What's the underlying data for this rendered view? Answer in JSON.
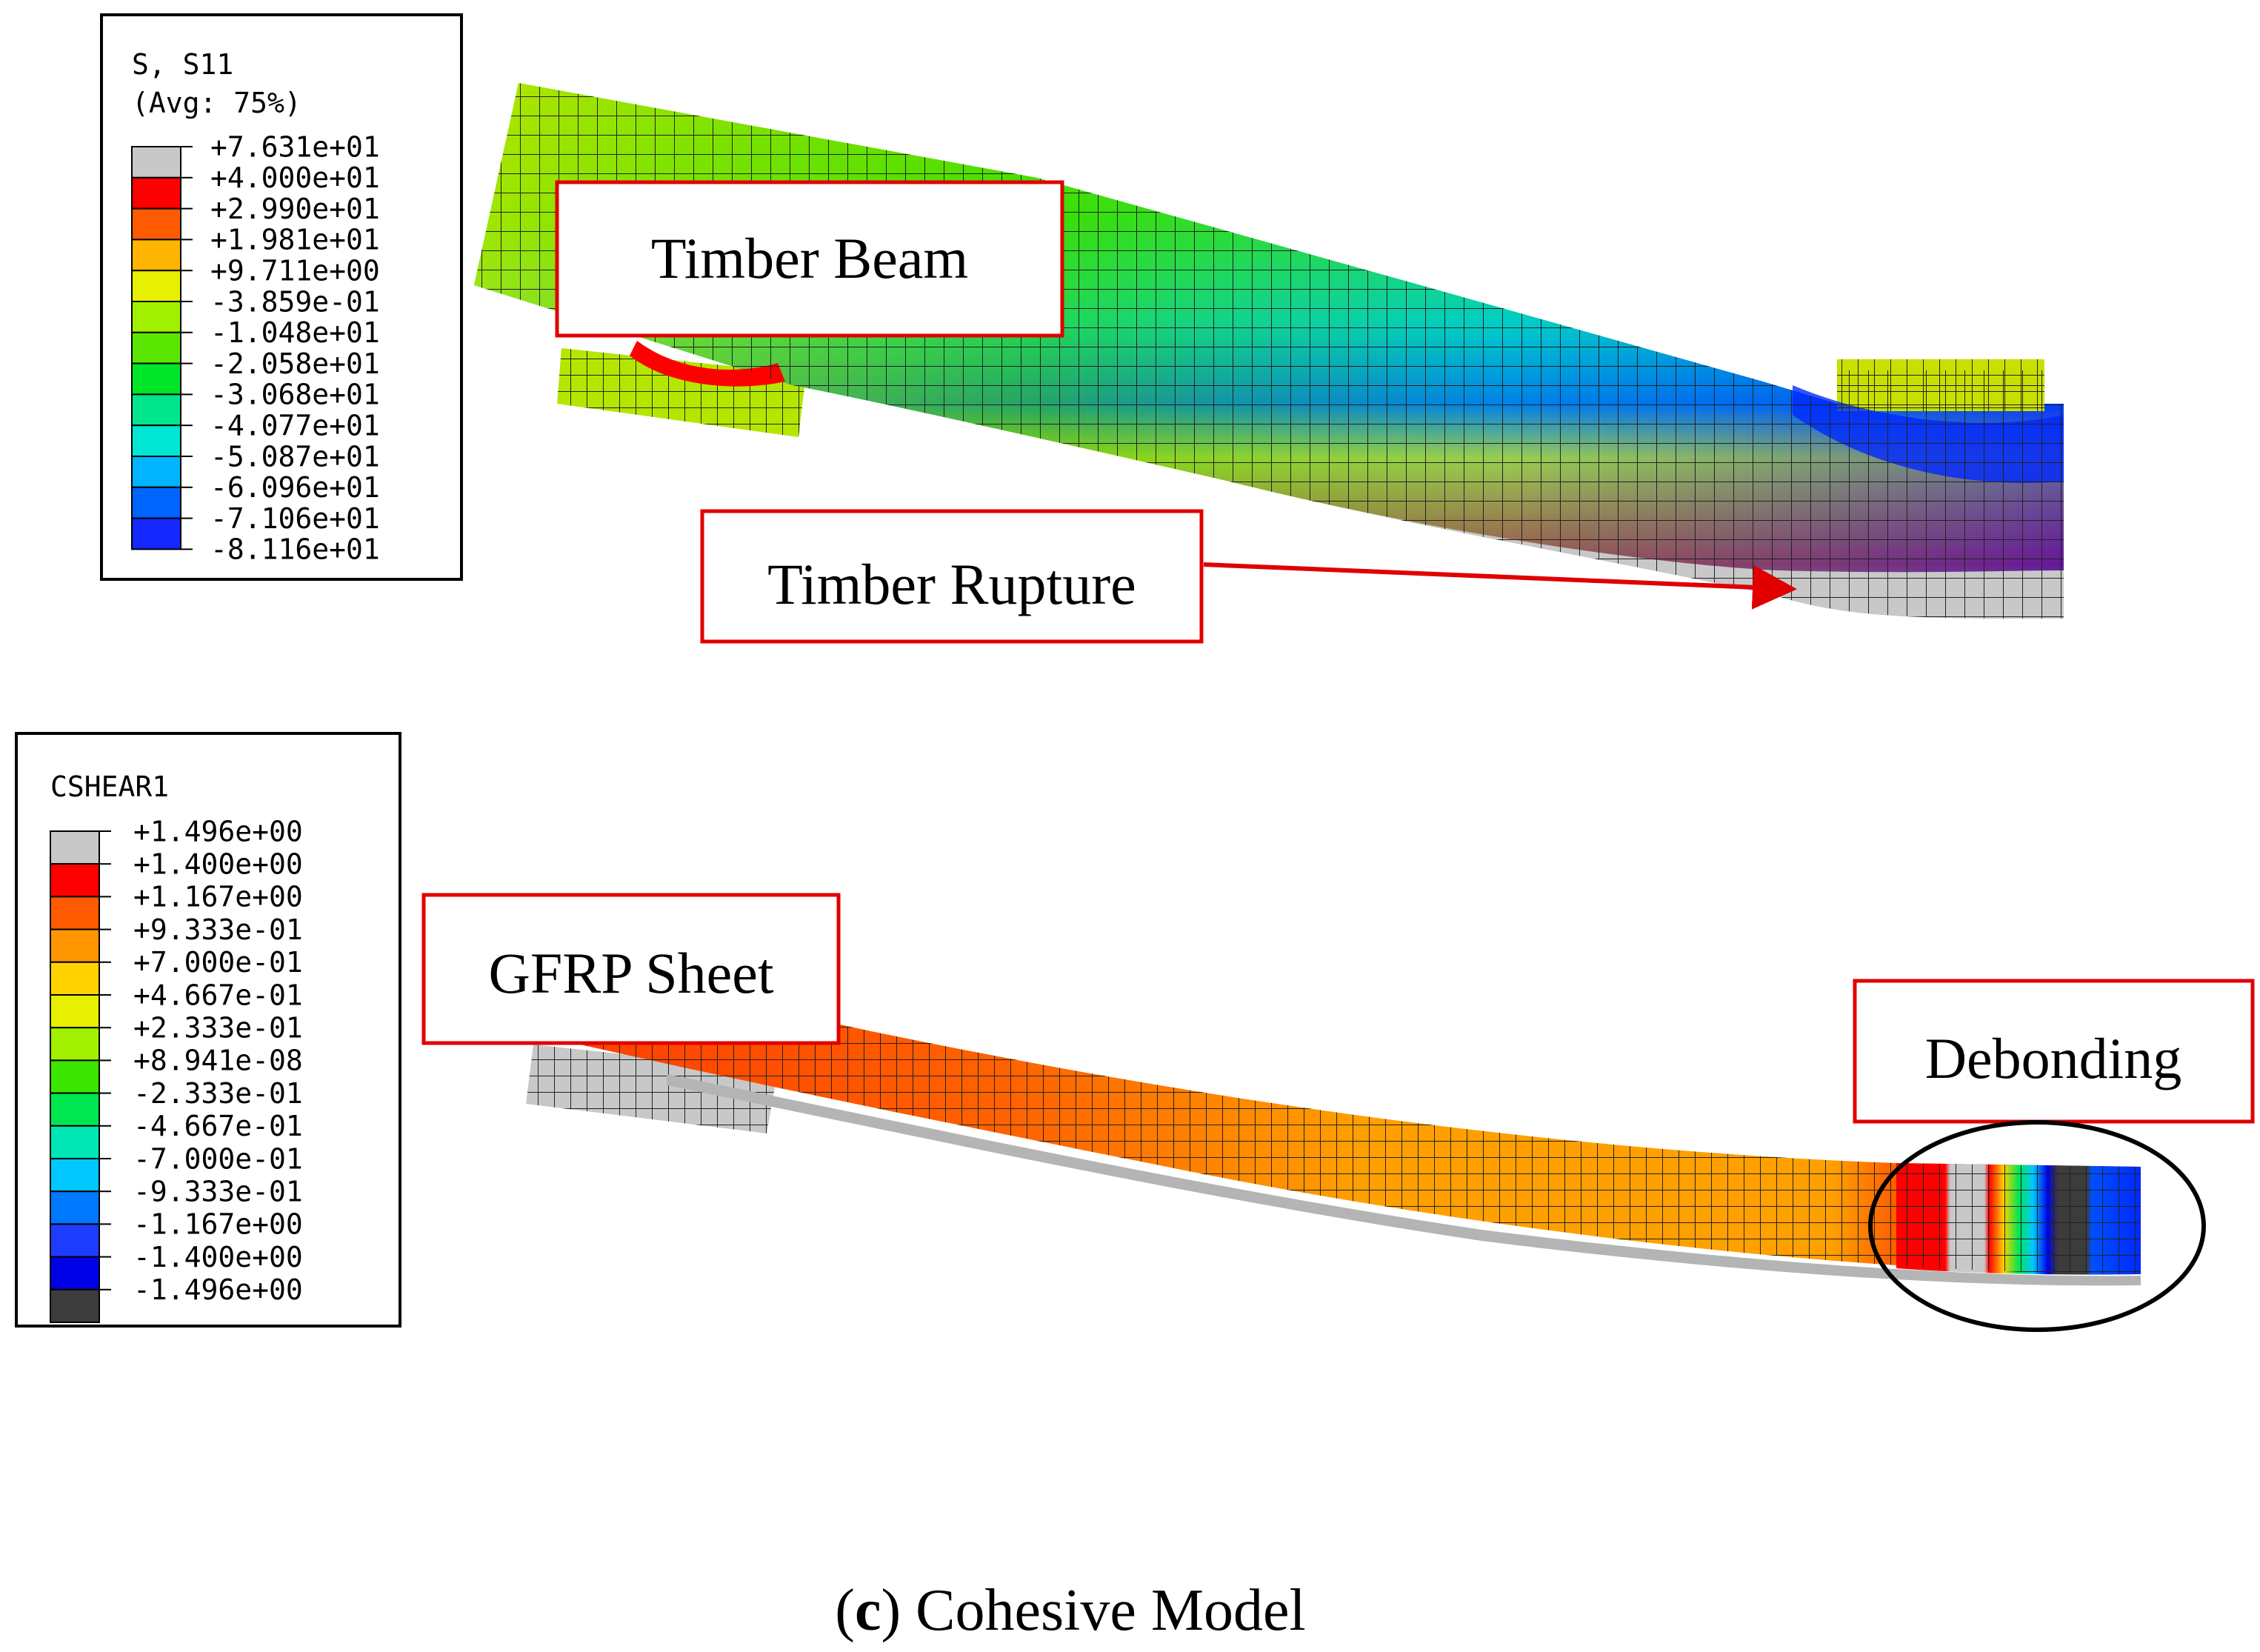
{
  "legend_top": {
    "title_line1": "S, S11",
    "title_line2": "(Avg: 75%)",
    "values": [
      "+7.631e+01",
      "+4.000e+01",
      "+2.990e+01",
      "+1.981e+01",
      "+9.711e+00",
      "-3.859e-01",
      "-1.048e+01",
      "-2.058e+01",
      "-3.068e+01",
      "-4.077e+01",
      "-5.087e+01",
      "-6.096e+01",
      "-7.106e+01",
      "-8.116e+01"
    ],
    "colors": [
      "#c8c8c8",
      "#ff0000",
      "#ff5a00",
      "#ffb400",
      "#e6f000",
      "#a0f000",
      "#5ae600",
      "#00e628",
      "#00e68c",
      "#00e6d2",
      "#00b4ff",
      "#0064ff",
      "#1428ff"
    ]
  },
  "legend_bottom": {
    "title": "CSHEAR1",
    "values": [
      "+1.496e+00",
      "+1.400e+00",
      "+1.167e+00",
      "+9.333e-01",
      "+7.000e-01",
      "+4.667e-01",
      "+2.333e-01",
      "+8.941e-08",
      "-2.333e-01",
      "-4.667e-01",
      "-7.000e-01",
      "-9.333e-01",
      "-1.167e+00",
      "-1.400e+00",
      "-1.496e+00"
    ],
    "colors": [
      "#c8c8c8",
      "#ff0000",
      "#ff5a00",
      "#ff9600",
      "#ffd200",
      "#e6f000",
      "#a0f000",
      "#3ce600",
      "#00e650",
      "#00e6b4",
      "#00c8ff",
      "#0078ff",
      "#1e3cff",
      "#0000e6",
      "#3c3c3c"
    ]
  },
  "labels": {
    "timber_beam": "Timber Beam",
    "timber_rupture": "Timber Rupture",
    "gfrp_sheet": "GFRP Sheet",
    "debonding": "Debonding"
  },
  "caption": {
    "open": "(",
    "letter": "c",
    "rest": ") Cohesive Model"
  }
}
